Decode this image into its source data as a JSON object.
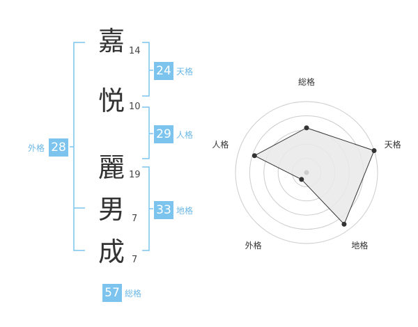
{
  "name": {
    "chars": [
      {
        "char": "嘉",
        "strokes": "14"
      },
      {
        "char": "悦",
        "strokes": "10"
      },
      {
        "char": "麗",
        "strokes": "19"
      },
      {
        "char": "男",
        "strokes": "7"
      },
      {
        "char": "成",
        "strokes": "7"
      }
    ]
  },
  "grades": {
    "tenkaku": {
      "value": "24",
      "label": "天格"
    },
    "jinkaku": {
      "value": "29",
      "label": "人格"
    },
    "chikaku": {
      "value": "33",
      "label": "地格"
    },
    "gaikaku": {
      "value": "28",
      "label": "外格"
    },
    "soukaku": {
      "value": "57",
      "label": "総格"
    }
  },
  "chart_data": {
    "type": "radar",
    "axes": [
      "総格",
      "天格",
      "地格",
      "外格",
      "人格"
    ],
    "values": [
      0.63,
      1.0,
      0.9,
      0.12,
      0.77
    ],
    "rings": 5,
    "colors": {
      "line": "#333333",
      "fill": "#e9e9e9",
      "grid": "#cccccc",
      "center": "#cccccc"
    }
  },
  "colors": {
    "accent": "#7cc4ee",
    "accent_text": "#6cb8e6",
    "bracket": "#7cc4ee"
  }
}
